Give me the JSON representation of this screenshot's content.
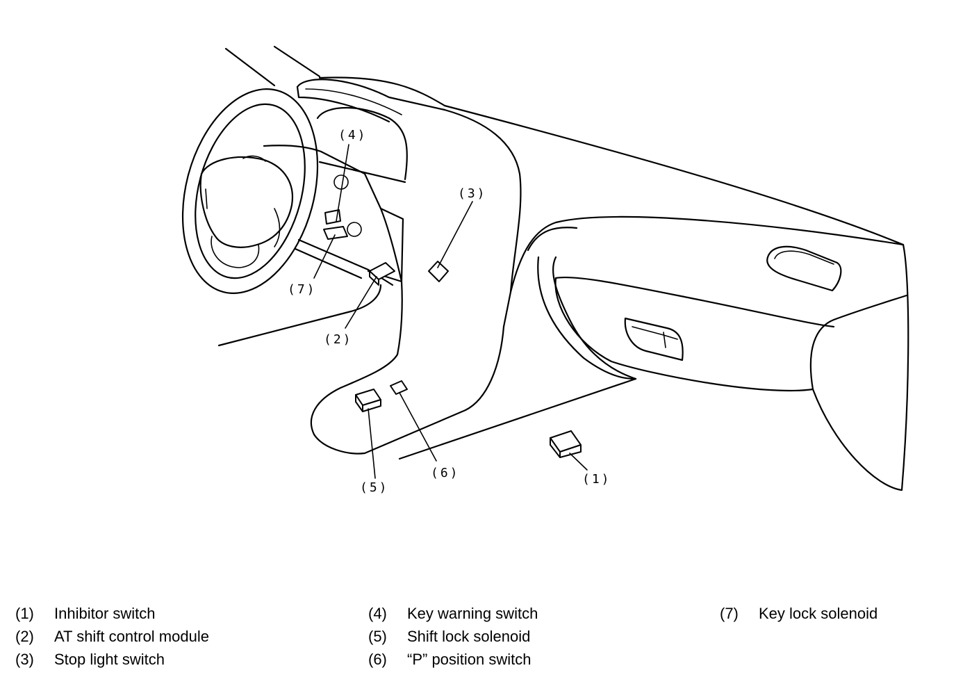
{
  "callouts": {
    "c1": "(1)",
    "c2": "(2)",
    "c3": "(3)",
    "c4": "(4)",
    "c5": "(5)",
    "c6": "(6)",
    "c7": "(7)"
  },
  "legend": [
    {
      "num": "(1)",
      "label": "Inhibitor switch"
    },
    {
      "num": "(2)",
      "label": "AT shift control module"
    },
    {
      "num": "(3)",
      "label": "Stop light switch"
    },
    {
      "num": "(4)",
      "label": "Key warning switch"
    },
    {
      "num": "(5)",
      "label": "Shift lock solenoid"
    },
    {
      "num": "(6)",
      "label": "“P” position switch"
    },
    {
      "num": "(7)",
      "label": "Key lock solenoid"
    }
  ]
}
